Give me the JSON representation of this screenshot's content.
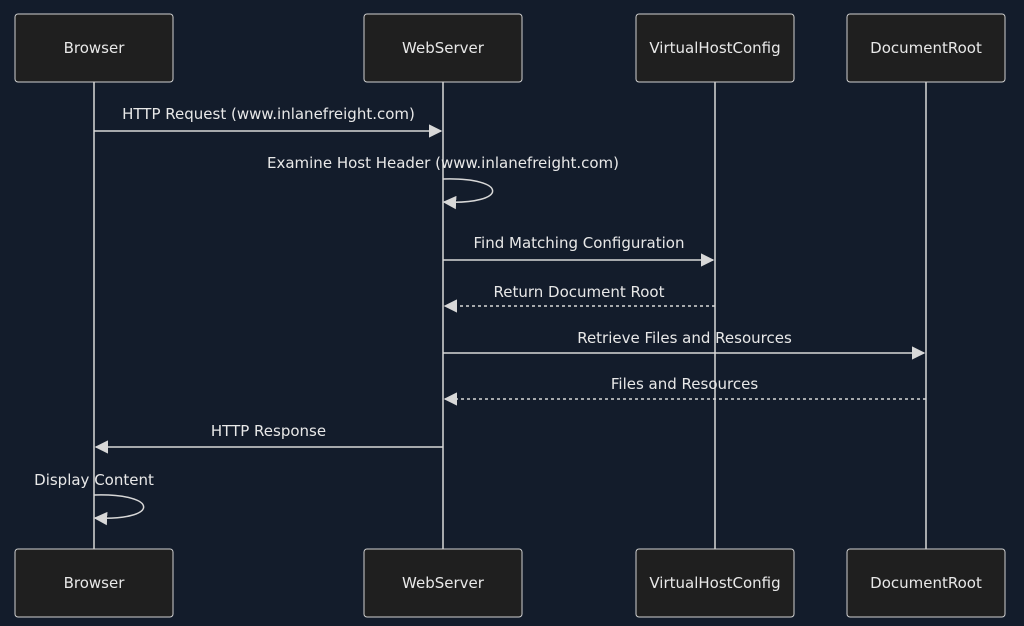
{
  "actors": [
    {
      "id": "browser",
      "label": "Browser"
    },
    {
      "id": "webserver",
      "label": "WebServer"
    },
    {
      "id": "vhost",
      "label": "VirtualHostConfig"
    },
    {
      "id": "docroot",
      "label": "DocumentRoot"
    }
  ],
  "messages": [
    {
      "from": "browser",
      "to": "webserver",
      "label": "HTTP Request (www.inlanefreight.com)",
      "style": "solid"
    },
    {
      "from": "webserver",
      "to": "webserver",
      "label": "Examine Host Header (www.inlanefreight.com)",
      "style": "solid"
    },
    {
      "from": "webserver",
      "to": "vhost",
      "label": "Find Matching Configuration",
      "style": "solid"
    },
    {
      "from": "vhost",
      "to": "webserver",
      "label": "Return Document Root",
      "style": "dashed"
    },
    {
      "from": "webserver",
      "to": "docroot",
      "label": "Retrieve Files and Resources",
      "style": "solid"
    },
    {
      "from": "docroot",
      "to": "webserver",
      "label": "Files and Resources",
      "style": "dashed"
    },
    {
      "from": "webserver",
      "to": "browser",
      "label": "HTTP Response",
      "style": "solid"
    },
    {
      "from": "browser",
      "to": "browser",
      "label": "Display Content",
      "style": "solid"
    }
  ]
}
